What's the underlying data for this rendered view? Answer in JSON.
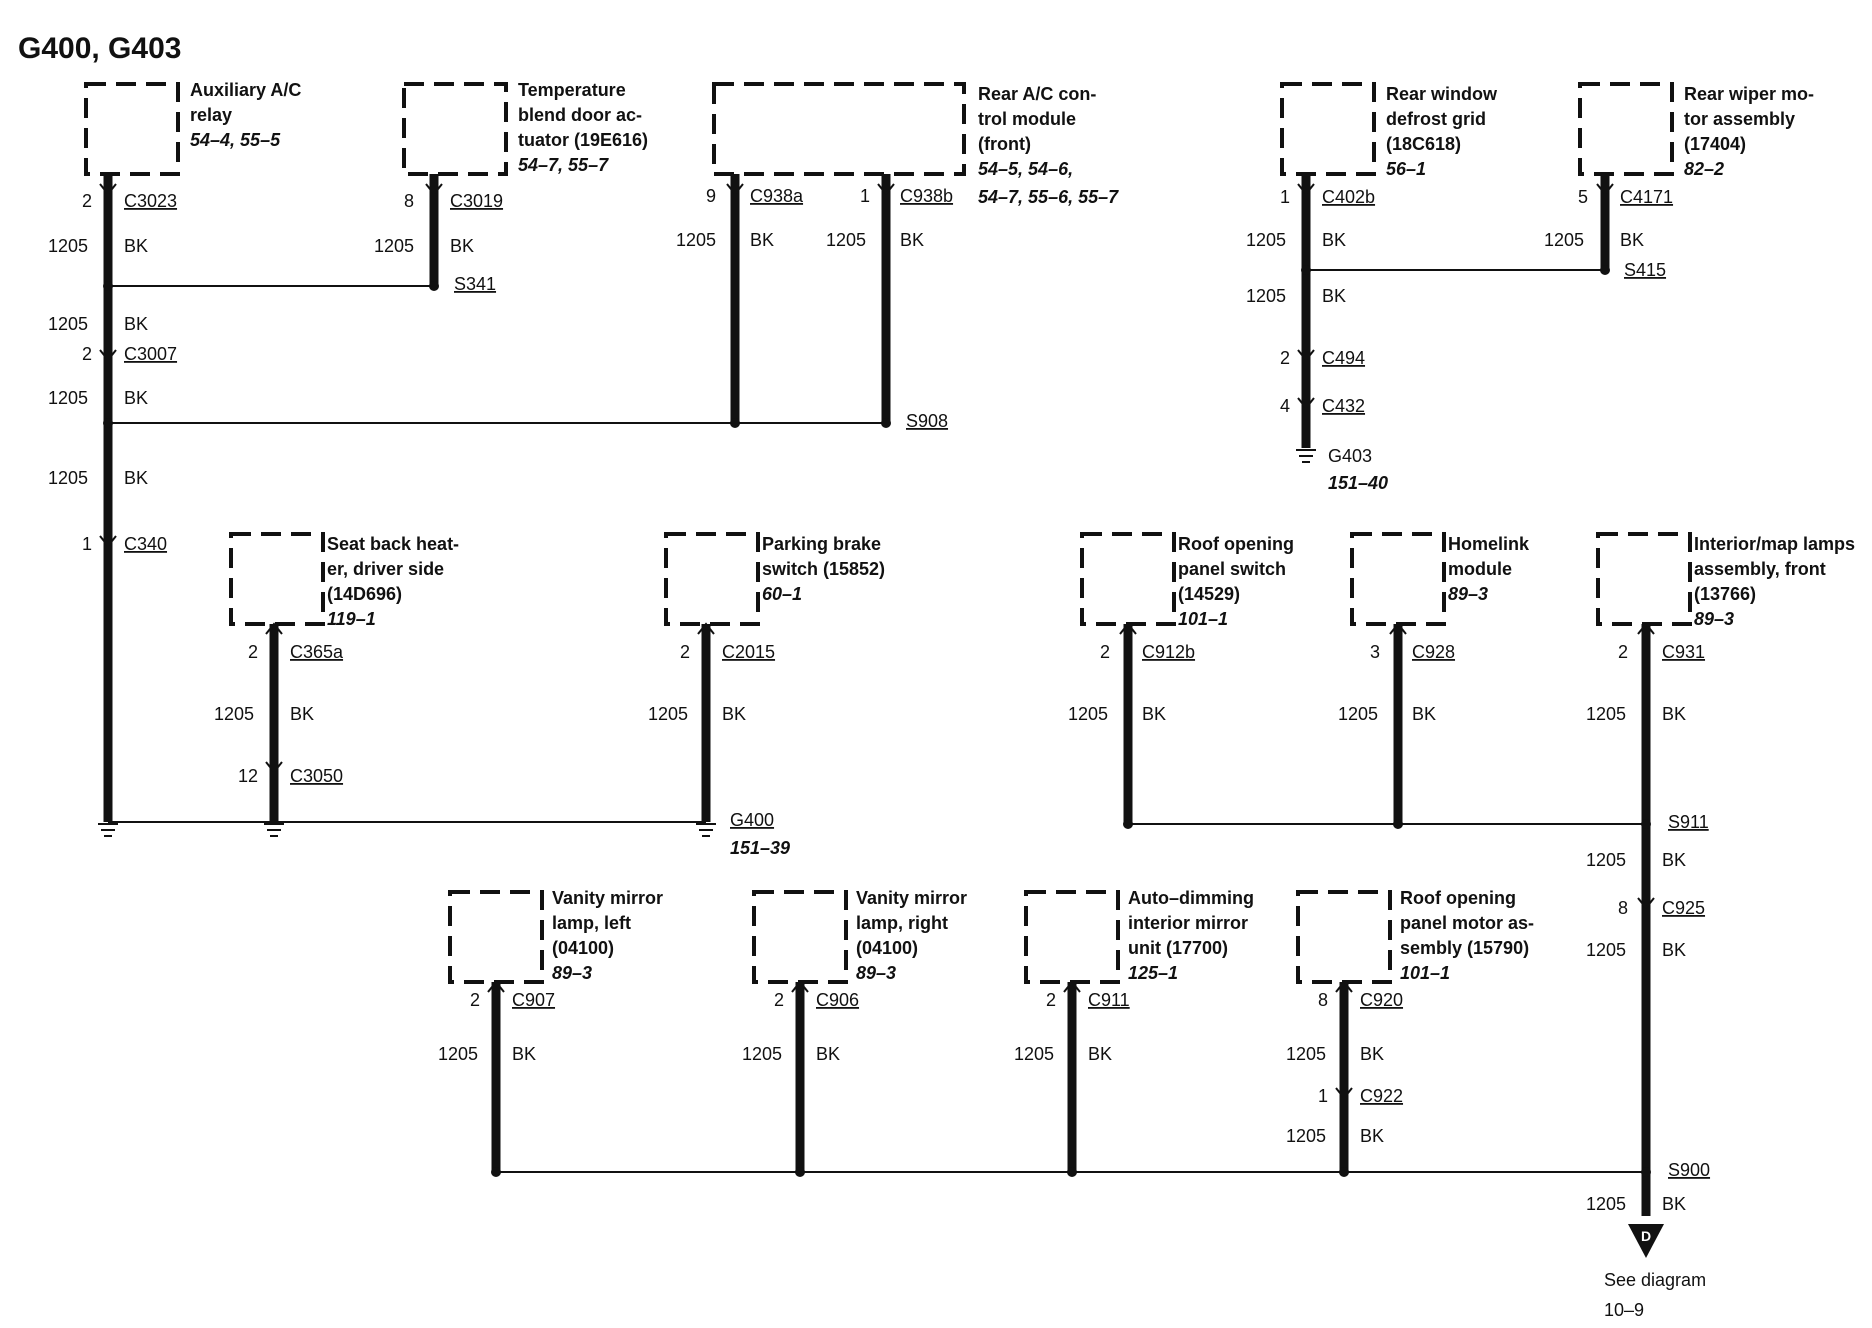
{
  "title": "G400, G403",
  "wire_circuit": "1205",
  "wire_color": "BK",
  "components": [
    {
      "id": "aux-ac-relay",
      "lines": [
        "Auxiliary A/C",
        "relay"
      ],
      "ref": "54–4, 55–5"
    },
    {
      "id": "temp-blend-door-actuator",
      "lines": [
        "Temperature",
        "blend door ac-",
        "tuator (19E616)"
      ],
      "ref": "54–7, 55–7"
    },
    {
      "id": "rear-ac-control-module",
      "lines": [
        "Rear A/C con-",
        "trol module",
        "(front)"
      ],
      "ref_lines": [
        "54–5, 54–6,",
        "54–7, 55–6, 55–7"
      ]
    },
    {
      "id": "rear-window-defrost-grid",
      "lines": [
        "Rear window",
        "defrost grid",
        "(18C618)"
      ],
      "ref": "56–1"
    },
    {
      "id": "rear-wiper-motor",
      "lines": [
        "Rear wiper mo-",
        "tor assembly",
        "(17404)"
      ],
      "ref": "82–2"
    },
    {
      "id": "seat-back-heater",
      "lines": [
        "Seat back heat-",
        "er, driver side",
        "(14D696)"
      ],
      "ref": "119–1"
    },
    {
      "id": "parking-brake-switch",
      "lines": [
        "Parking brake",
        "switch (15852)"
      ],
      "ref": "60–1"
    },
    {
      "id": "roof-opening-panel-switch",
      "lines": [
        "Roof opening",
        "panel switch",
        "(14529)"
      ],
      "ref": "101–1"
    },
    {
      "id": "homelink-module",
      "lines": [
        "Homelink",
        "module"
      ],
      "ref": "89–3"
    },
    {
      "id": "interior-map-lamps",
      "lines": [
        "Interior/map lamps",
        "assembly, front",
        "(13766)"
      ],
      "ref": "89–3"
    },
    {
      "id": "vanity-mirror-left",
      "lines": [
        "Vanity mirror",
        "lamp, left",
        "(04100)"
      ],
      "ref": "89–3"
    },
    {
      "id": "vanity-mirror-right",
      "lines": [
        "Vanity mirror",
        "lamp, right",
        "(04100)"
      ],
      "ref": "89–3"
    },
    {
      "id": "auto-dimming-mirror",
      "lines": [
        "Auto–dimming",
        "interior mirror",
        "unit (17700)"
      ],
      "ref": "125–1"
    },
    {
      "id": "roof-opening-panel-motor",
      "lines": [
        "Roof opening",
        "panel motor as-",
        "sembly (15790)"
      ],
      "ref": "101–1"
    }
  ],
  "connectors": [
    {
      "id": "C3023",
      "pin": "2"
    },
    {
      "id": "C3019",
      "pin": "8"
    },
    {
      "id": "C938a",
      "pin": "9"
    },
    {
      "id": "C938b",
      "pin": "1"
    },
    {
      "id": "C402b",
      "pin": "1"
    },
    {
      "id": "C4171",
      "pin": "5"
    },
    {
      "id": "C3007",
      "pin": "2"
    },
    {
      "id": "C494",
      "pin": "2"
    },
    {
      "id": "C432",
      "pin": "4"
    },
    {
      "id": "C340",
      "pin": "1"
    },
    {
      "id": "C365a",
      "pin": "2"
    },
    {
      "id": "C3050",
      "pin": "12"
    },
    {
      "id": "C2015",
      "pin": "2"
    },
    {
      "id": "C912b",
      "pin": "2"
    },
    {
      "id": "C928",
      "pin": "3"
    },
    {
      "id": "C931",
      "pin": "2"
    },
    {
      "id": "C925",
      "pin": "8"
    },
    {
      "id": "C907",
      "pin": "2"
    },
    {
      "id": "C906",
      "pin": "2"
    },
    {
      "id": "C911",
      "pin": "2"
    },
    {
      "id": "C920",
      "pin": "8"
    },
    {
      "id": "C922",
      "pin": "1"
    }
  ],
  "splices": [
    "S341",
    "S908",
    "S415",
    "S911",
    "S900"
  ],
  "grounds": [
    {
      "id": "G403",
      "ref": "151–40"
    },
    {
      "id": "G400",
      "ref": "151–39"
    }
  ],
  "continuation": {
    "marker": "D",
    "text": "See diagram",
    "ref": "10–9"
  }
}
